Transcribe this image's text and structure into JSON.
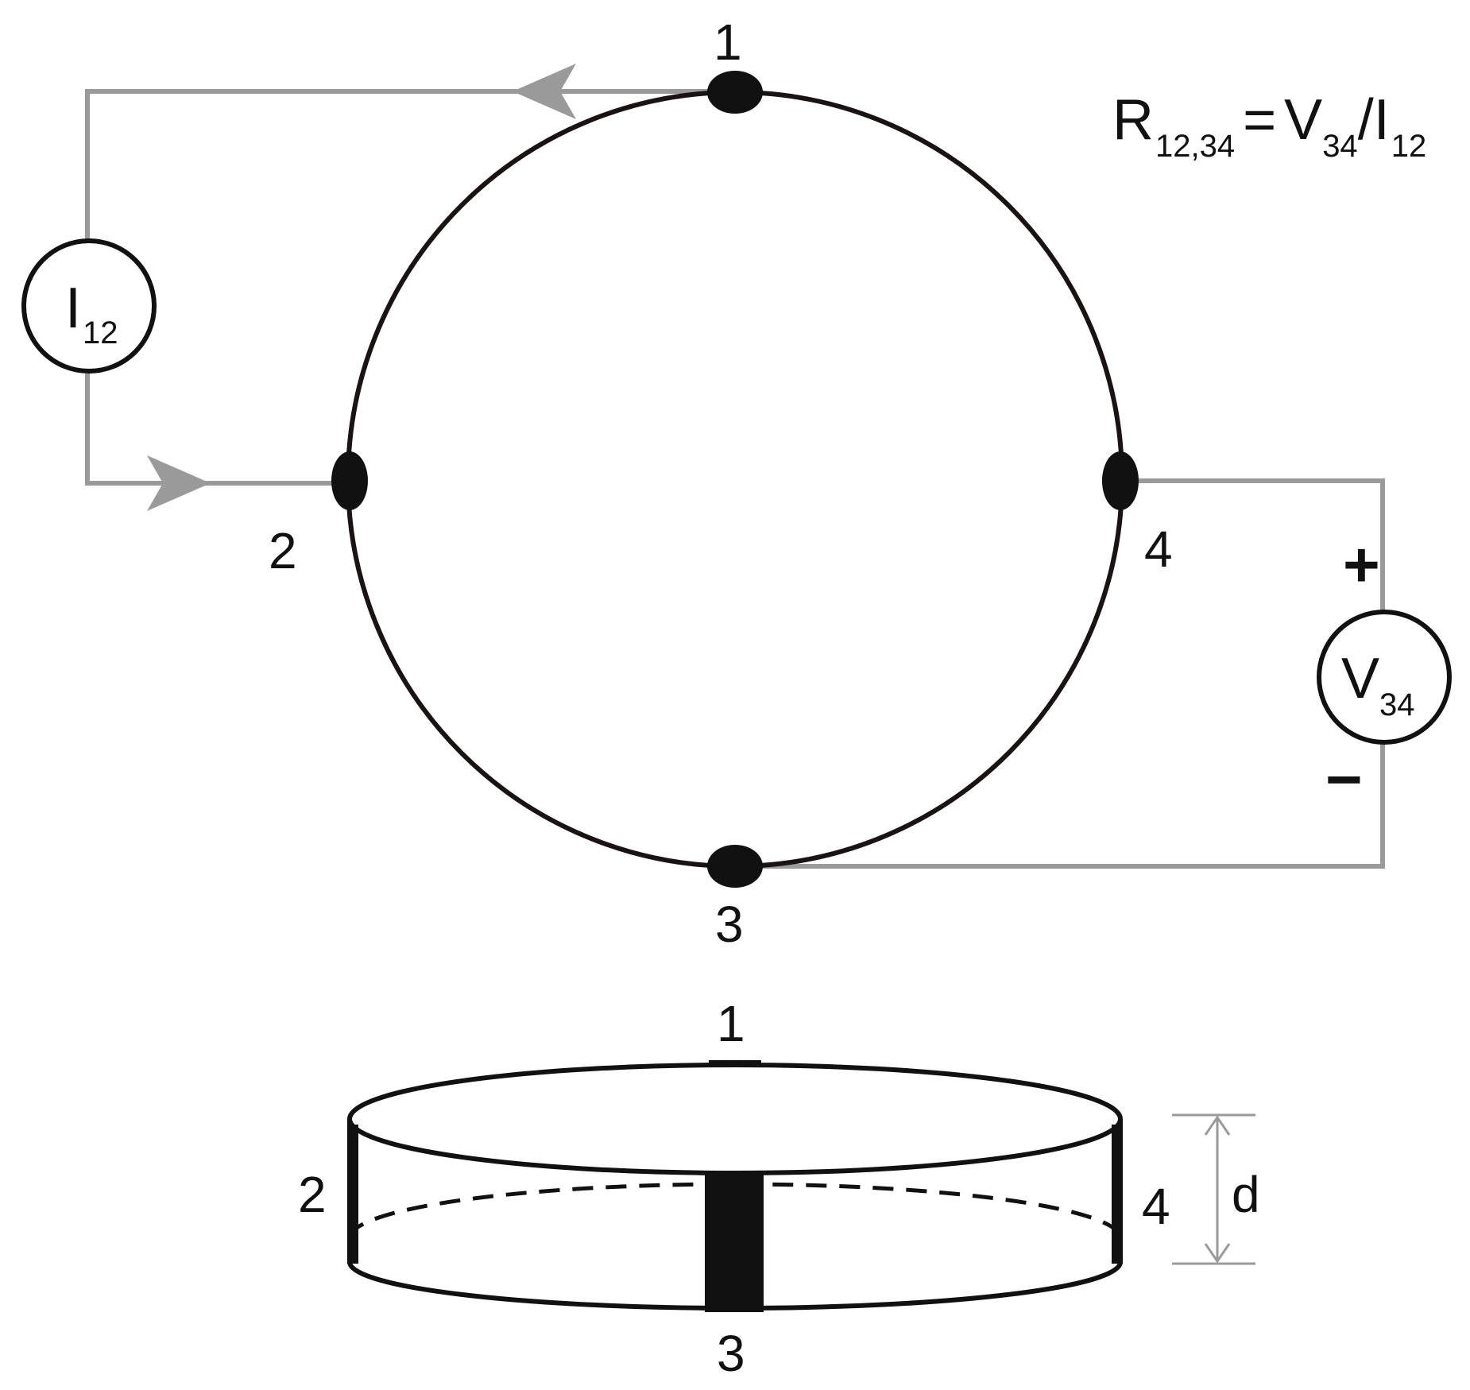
{
  "formula": {
    "R": "R",
    "R_sub": "12,34",
    "eq": "=",
    "V": "V",
    "V_sub": "34",
    "slash": "/",
    "I": "I",
    "I_sub": "12"
  },
  "current_source": {
    "symbol": "I",
    "sub": "12"
  },
  "voltmeter": {
    "symbol": "V",
    "sub": "34",
    "plus": "+",
    "minus": "−"
  },
  "contacts_top": [
    "1",
    "2",
    "3",
    "4"
  ],
  "contacts_side": [
    "1",
    "2",
    "3",
    "4"
  ],
  "thickness_label": "d",
  "colors": {
    "wire": "#9a9a9a",
    "sample": "#1a1313",
    "contact": "#111111"
  }
}
